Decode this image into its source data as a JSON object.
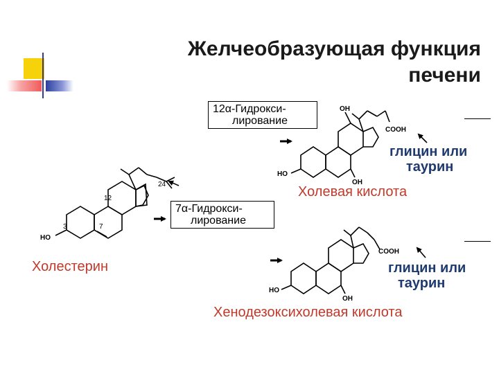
{
  "title": {
    "line1": "Желчеобразующая функция",
    "line2": "печени"
  },
  "steps": {
    "hydroxylation_12": {
      "prefix": "12",
      "alpha": "α",
      "line1": "-Гидрокси-",
      "line2": "лирование"
    },
    "hydroxylation_7": {
      "prefix": "7",
      "alpha": "α",
      "line1": "-Гидрокси-",
      "line2": "лирование"
    }
  },
  "molecules": {
    "cholesterol": {
      "name": "Холестерин",
      "ho": "HO",
      "positions": [
        "3",
        "7",
        "12",
        "24"
      ]
    },
    "cholic_acid": {
      "name": "Холевая кислота",
      "oh_top": "OH",
      "cooh": "COOH",
      "ho": "HO",
      "oh_bottom": "OH"
    },
    "chenodeoxycholic_acid": {
      "name": "Хенодезоксихолевая кислота",
      "cooh": "COOH",
      "ho": "HO",
      "oh_bottom": "OH"
    }
  },
  "conjugation": {
    "top": {
      "line1": "глицин или",
      "line2": "таурин"
    },
    "bottom": {
      "line1": "глицин или",
      "line2": "таурин"
    }
  },
  "colors": {
    "accent_yellow": "#f5d20a",
    "accent_red": "#f05a5a",
    "accent_blue": "#2b3fa0",
    "label_red": "#c0392b",
    "label_blue": "#1f3a6e"
  }
}
